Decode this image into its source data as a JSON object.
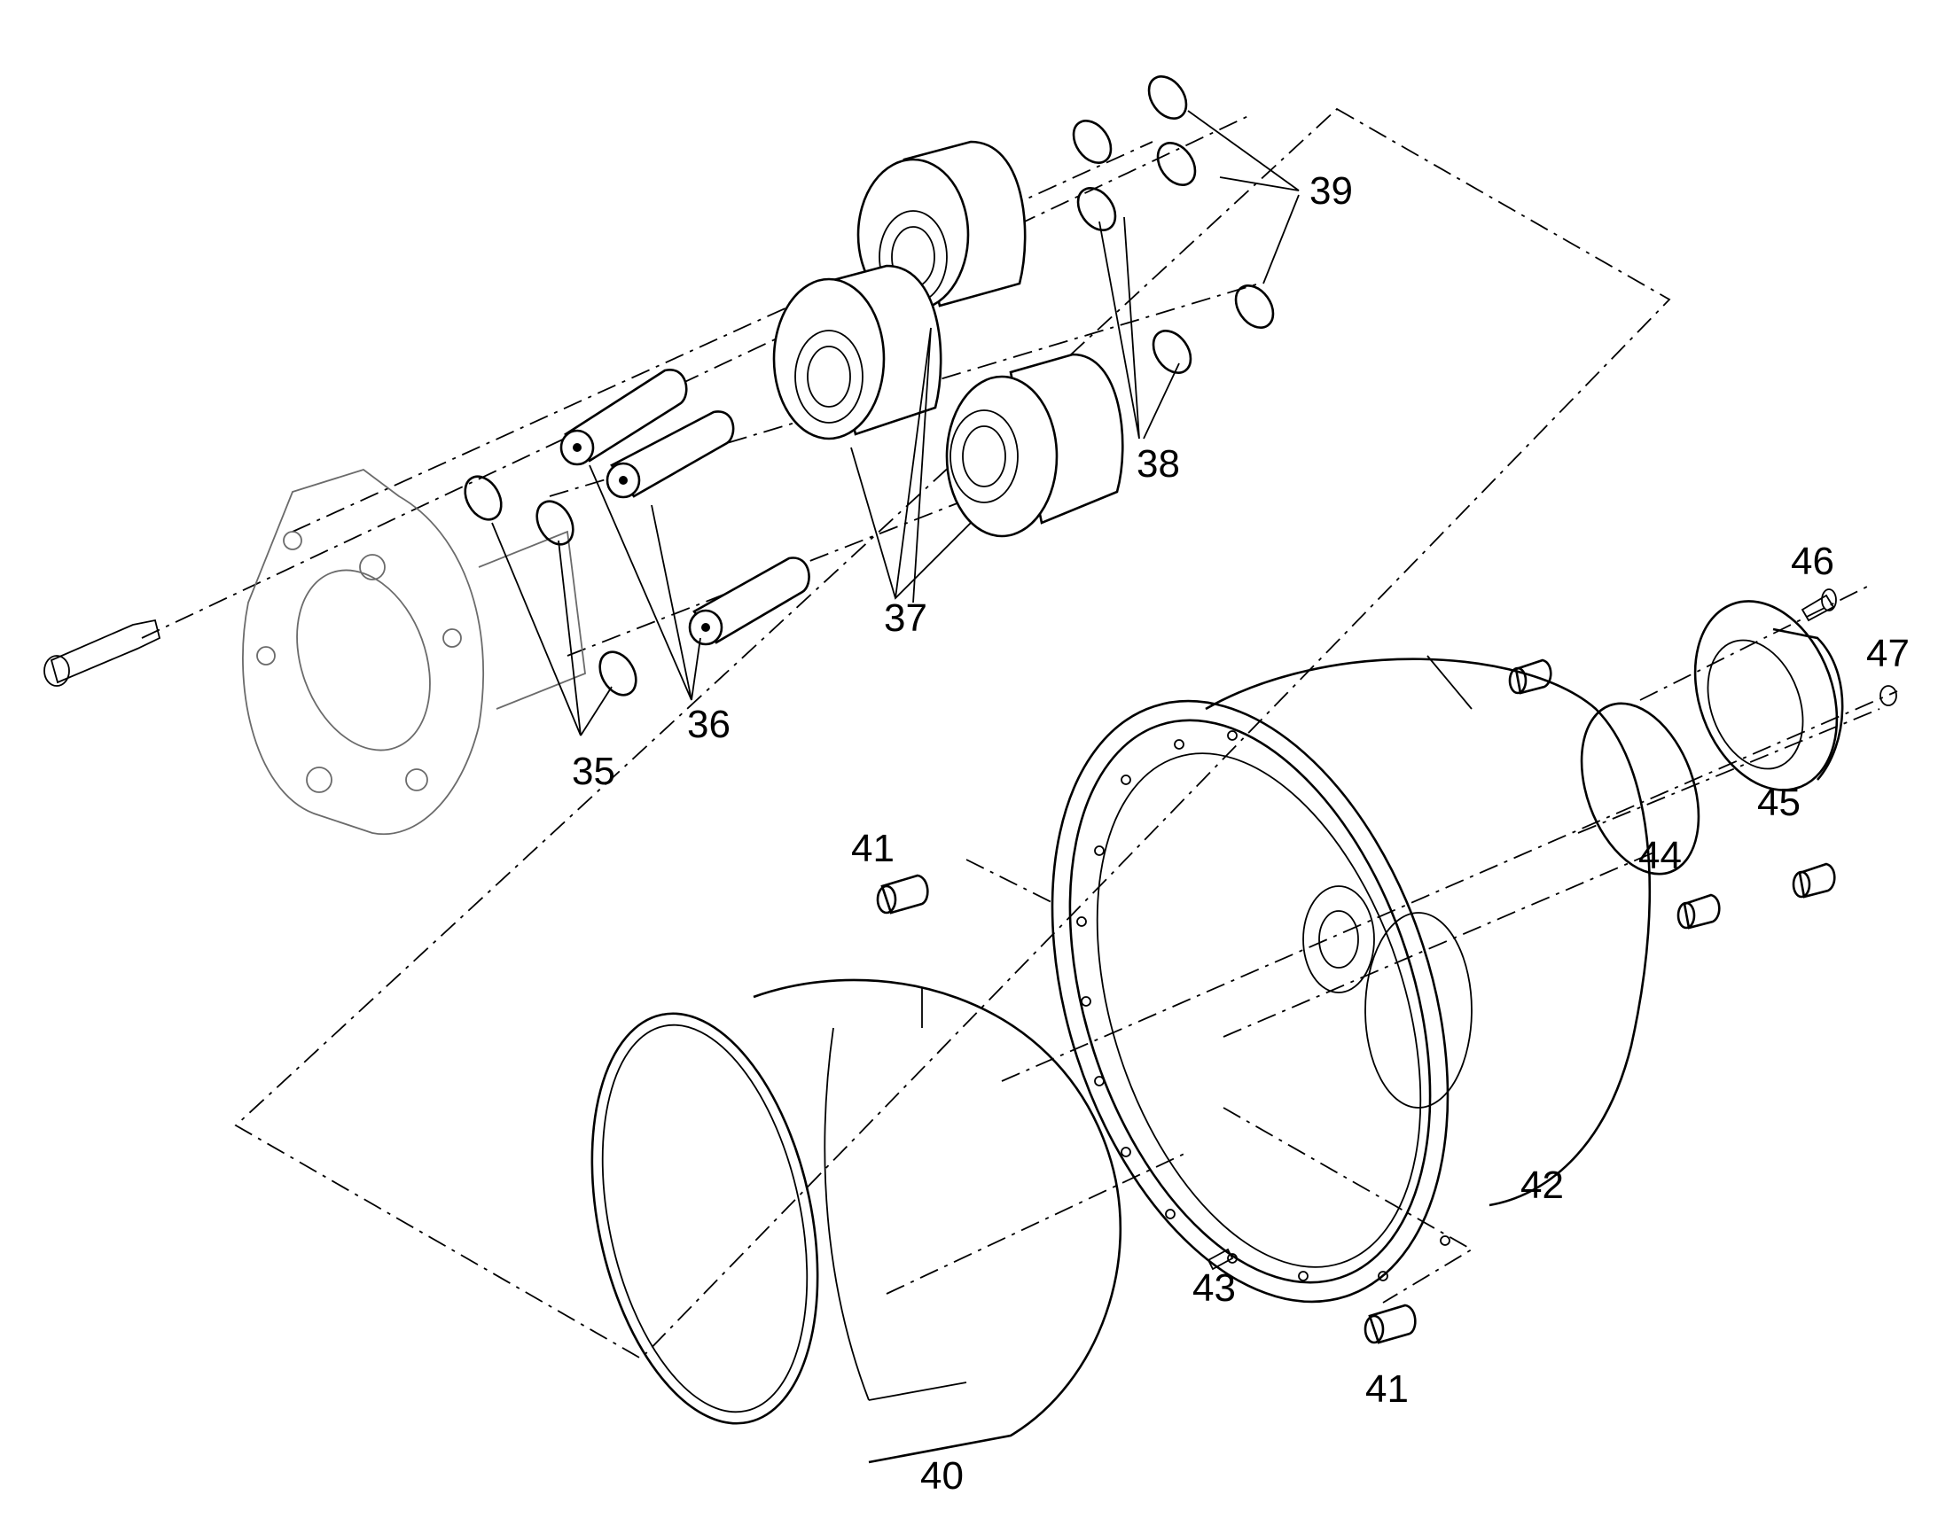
{
  "callouts": {
    "c35": "35",
    "c36": "36",
    "c37": "37",
    "c38": "38",
    "c39": "39",
    "c40": "40",
    "c41a": "41",
    "c41b": "41",
    "c42": "42",
    "c43": "43",
    "c44": "44",
    "c45": "45",
    "c46": "46",
    "c47": "47"
  }
}
